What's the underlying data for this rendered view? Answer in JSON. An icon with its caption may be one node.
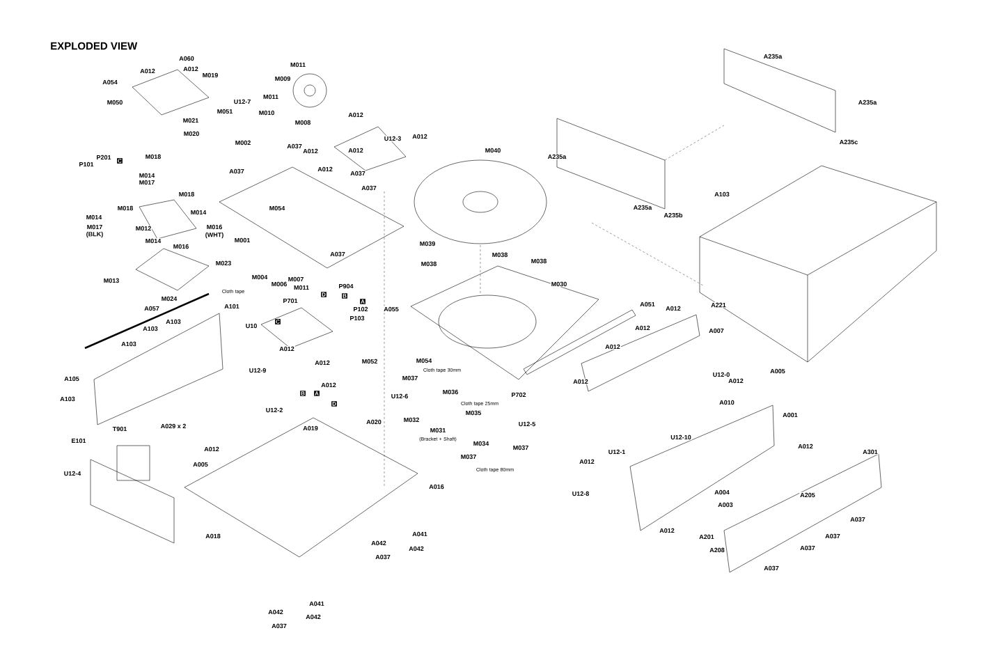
{
  "diagram": {
    "title": "EXPLODED VIEW",
    "labels": [
      "A054",
      "A012",
      "A060",
      "A012",
      "M019",
      "M009",
      "M011",
      "A235a",
      "M050",
      "U12-7",
      "M011",
      "A235a",
      "M021",
      "M051",
      "M010",
      "M008",
      "A012",
      "P101",
      "P201",
      "C",
      "M014",
      "M017",
      "M018",
      "M018",
      "M020",
      "A037",
      "M002",
      "A037",
      "A012",
      "A012",
      "A012",
      "A037",
      "A037",
      "U12-3",
      "A012",
      "M040",
      "A235a",
      "A103",
      "A235c",
      "M014",
      "M018",
      "M014",
      "M054",
      "A235a",
      "A235b",
      "M017",
      "(BLK)",
      "M012",
      "M014",
      "M016",
      "M016",
      "(WHT)",
      "M023",
      "M001",
      "A037",
      "M039",
      "M038",
      "M038",
      "M038",
      "M013",
      "A057",
      "M024",
      "A101",
      "Cloth tape",
      "M004",
      "M006",
      "P701",
      "M007",
      "M011",
      "D",
      "B",
      "P904",
      "P102",
      "A",
      "A055",
      "M030",
      "A051",
      "A012",
      "A221",
      "A103",
      "A103",
      "U10",
      "C",
      "P103",
      "A012",
      "A007",
      "A103",
      "A012",
      "A012",
      "A103",
      "A105",
      "U12-4",
      "E101",
      "T901",
      "A029 x 2",
      "A005",
      "A012",
      "U12-9",
      "U12-2",
      "B",
      "A019",
      "A",
      "A012",
      "A012",
      "D",
      "M052",
      "A020",
      "U12-6",
      "M037",
      "M032",
      "M054",
      "M031",
      "(Bracket + Shaft)",
      "Cloth tape 30mm",
      "M036",
      "M037",
      "M035",
      "Cloth tape 25mm",
      "M034",
      "Cloth tape 80mm",
      "P702",
      "M037",
      "U12-5",
      "A012",
      "A012",
      "U12-1",
      "U12-10",
      "U12-0",
      "A010",
      "A012",
      "A005",
      "A001",
      "A012",
      "A301",
      "A016",
      "U12-8",
      "A004",
      "A205",
      "A003",
      "A037",
      "A018",
      "A042",
      "A037",
      "A042",
      "A041",
      "A012",
      "A201",
      "A208",
      "A037",
      "A037",
      "A037",
      "A041",
      "A042",
      "A042",
      "A037"
    ]
  }
}
